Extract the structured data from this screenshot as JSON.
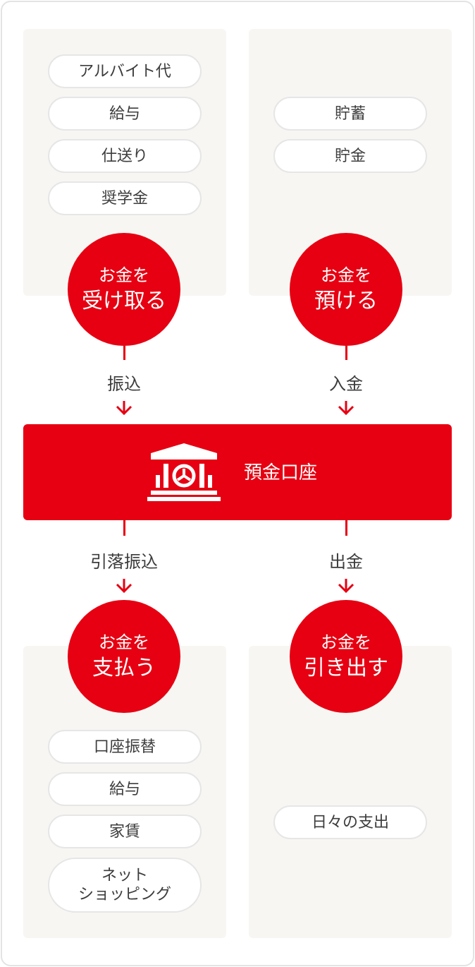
{
  "receive": {
    "title_line1": "お金を",
    "title_line2": "受け取る",
    "items": [
      "アルバイト代",
      "給与",
      "仕送り",
      "奨学金"
    ]
  },
  "deposit": {
    "title_line1": "お金を",
    "title_line2": "預ける",
    "items": [
      "貯蓄",
      "貯金"
    ]
  },
  "flows": {
    "transfer_in": "振込",
    "deposit_in": "入金",
    "debit_transfer": "引落振込",
    "withdrawal": "出金"
  },
  "account": {
    "title": "預金口座",
    "icon": "bank-icon"
  },
  "pay": {
    "title_line1": "お金を",
    "title_line2": "支払う",
    "items": [
      "口座振替",
      "給与",
      "家賃"
    ],
    "tall_item_line1": "ネット",
    "tall_item_line2": "ショッピング"
  },
  "withdraw": {
    "title_line1": "お金を",
    "title_line2": "引き出す",
    "items": [
      "日々の支出"
    ]
  },
  "colors": {
    "accent": "#e60012",
    "panel": "#f7f6f3",
    "text": "#3c3c3c"
  }
}
